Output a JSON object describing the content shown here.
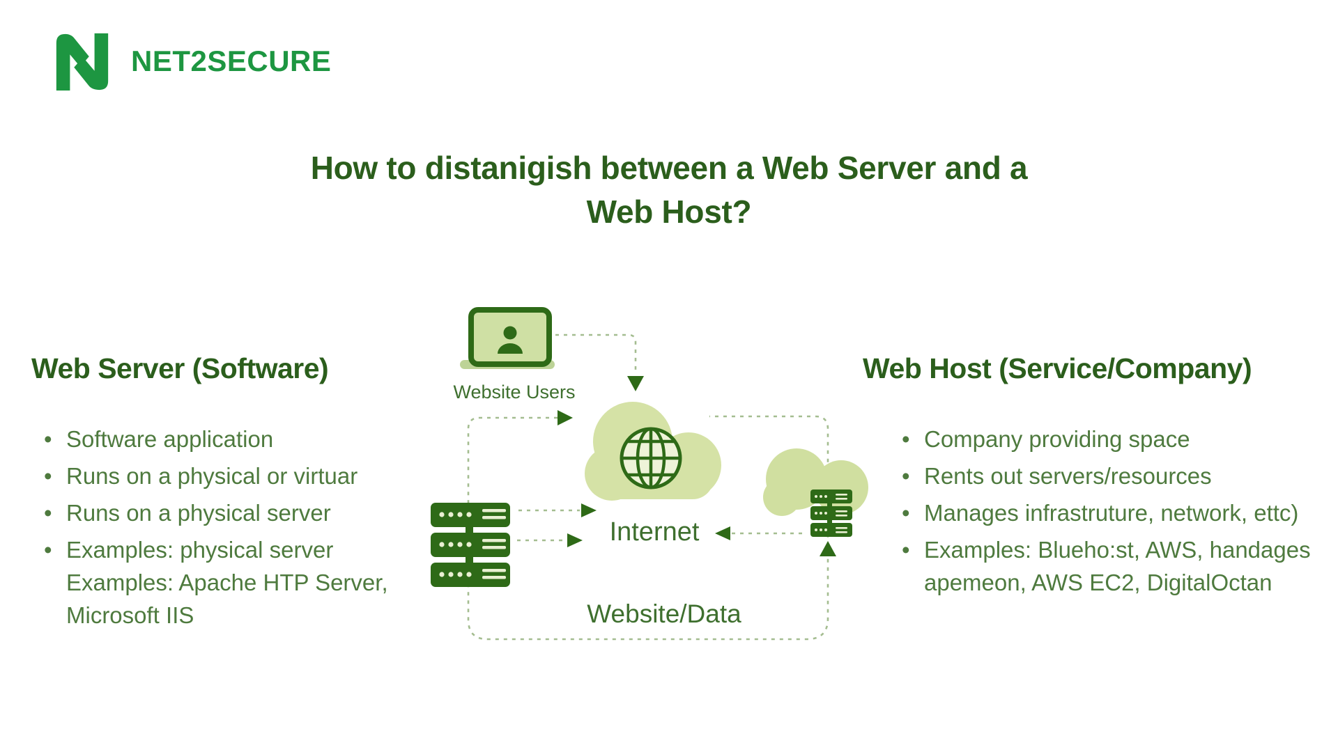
{
  "brand": {
    "name": "NET2SECURE"
  },
  "title": {
    "line1": "How to distanigish between a Web Server and a",
    "line2": "Web Host?"
  },
  "left_panel": {
    "heading": "Web Server (Software)",
    "bullets": [
      [
        "Software application"
      ],
      [
        "Runs on a physical or virtuar"
      ],
      [
        "Runs on a physical server"
      ],
      [
        "Examples: physical server",
        "Examples: Apache HTP Server,",
        "Microsoft IIS"
      ]
    ]
  },
  "right_panel": {
    "heading": "Web Host (Service/Company)",
    "bullets": [
      [
        "Company providing space"
      ],
      [
        "Rents out servers/resources"
      ],
      [
        "Manages infrastruture, network, ettc)"
      ],
      [
        "Examples: Blueho:st, AWS, handages",
        "apemeon, AWS EC2, DigitalOctan"
      ]
    ]
  },
  "diagram": {
    "labels": {
      "website_users": "Website Users",
      "internet": "Internet",
      "website_data": "Website/Data"
    },
    "icons": [
      "laptop-user-icon",
      "globe-cloud-icon",
      "server-stack-icon",
      "cloud-server-icon"
    ]
  },
  "colors": {
    "brand_green": "#1d9641",
    "title_green": "#2b5e1c",
    "body_green": "#4e7a3e",
    "label_green": "#3e6f2e",
    "icon_dark": "#2e6a17",
    "cloud_fill": "#d5e2a6",
    "cloud_fill_2": "#d0dfa0",
    "screen_fill": "#cfe0a4",
    "base_fill": "#bdd397",
    "dash": "#a4bd90",
    "dot_light": "#e9f0d2"
  }
}
